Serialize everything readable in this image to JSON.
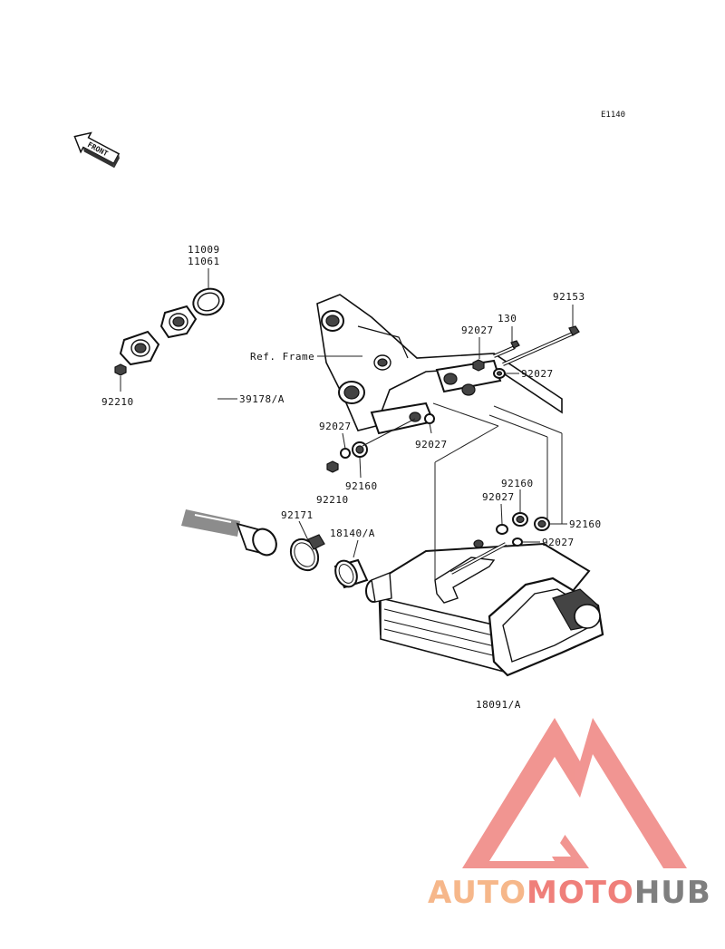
{
  "diagram_code": "E1140",
  "front_label": "FRONT",
  "ref_frame_label": "Ref. Frame",
  "part_labels": {
    "gasket_a": "11009",
    "gasket_b": "11061",
    "nut_left": "92210",
    "exhaust_pipe": "39178/A",
    "nut_bracket": "92210",
    "washer_bracket_a": "92027",
    "collar_bracket": "92160",
    "washer_bracket_b": "92027",
    "clamp": "92171",
    "gasket_muffler": "18140/A",
    "bolt_long": "92153",
    "bolt_short": "130",
    "washer_top_a": "92027",
    "washer_top_b": "92027",
    "collar_low_a": "92160",
    "washer_low_a": "92027",
    "collar_low_b": "92160",
    "washer_low_b": "92027",
    "muffler": "18091/A"
  },
  "watermark": {
    "auto": "AUTO",
    "moto": "MOTO",
    "hub": "HUB",
    "color_auto": "#f6b78a",
    "color_moto": "#ef7f7a",
    "color_hub": "#7f7f7f",
    "logo_color": "#f08a86"
  }
}
